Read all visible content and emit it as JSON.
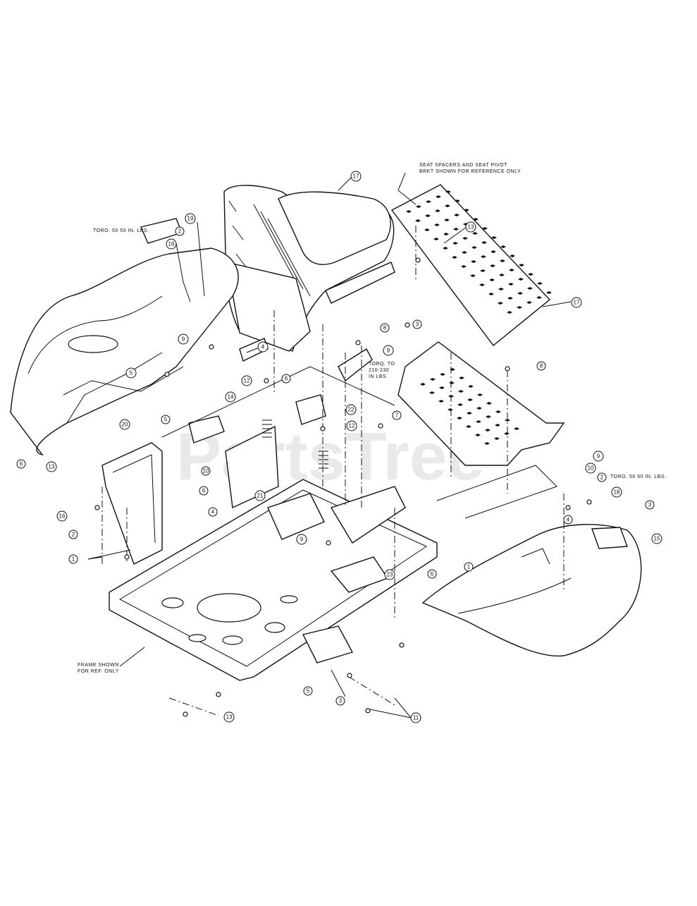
{
  "watermark": "PartsTree",
  "notes": {
    "seat_spacers": "SEAT SPACERS AND SEAT PIVOT",
    "seat_spacers_2": "BRKT SHOWN FOR REFERENCE ONLY",
    "toro_left": "TORO. 50 50 IN. LBS.",
    "toro_right": "TORO. 50 50 IN. LBS.",
    "toro_mid_1": "TORQ. TO",
    "toro_mid_2": "210-230",
    "toro_mid_3": "IN LBS.",
    "frame_1": "FRAME SHOWN",
    "frame_2": "FOR REF. ONLY"
  },
  "callouts": {
    "c1": "1",
    "c2": "2",
    "c3": "3",
    "c4": "4",
    "c5": "5",
    "c6": "6",
    "c7": "7",
    "c8": "8",
    "c9": "9",
    "c10": "10",
    "c11": "11",
    "c12": "12",
    "c13": "13",
    "c14": "14",
    "c15": "15",
    "c16": "16",
    "c17": "17",
    "c18": "18",
    "c19": "19",
    "c20": "20",
    "c21": "21",
    "c22": "22",
    "c23": "23"
  }
}
